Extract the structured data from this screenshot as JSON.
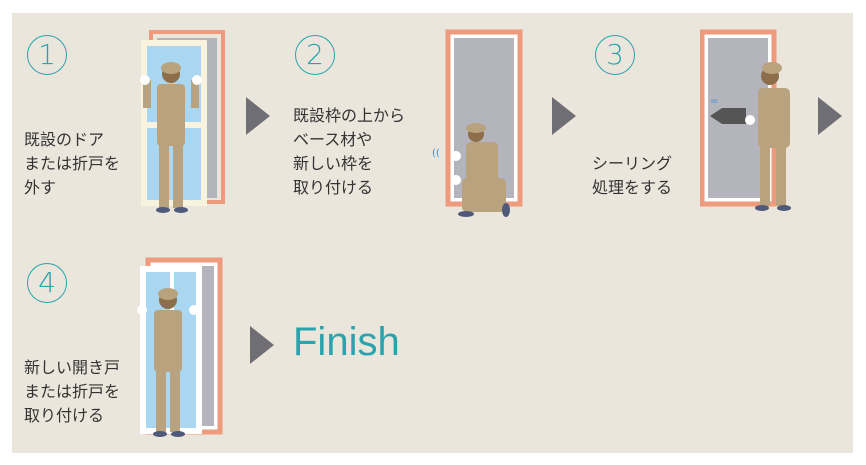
{
  "steps": [
    {
      "number": "1",
      "text": "既設のドア\nまたは折戸を\n外す"
    },
    {
      "number": "2",
      "text": "既設枠の上から\nベース材や\n新しい枠を\n取り付ける"
    },
    {
      "number": "3",
      "text": "シーリング\n処理をする"
    },
    {
      "number": "4",
      "text": "新しい開き戸\nまたは折戸を\n取り付ける"
    }
  ],
  "finish_label": "Finish",
  "colors": {
    "background": "#ebe6dc",
    "accent": "#2aa3ad",
    "arrow": "#6e6e74",
    "frame": "#ee9a7c",
    "worker": "#b9a27e"
  }
}
